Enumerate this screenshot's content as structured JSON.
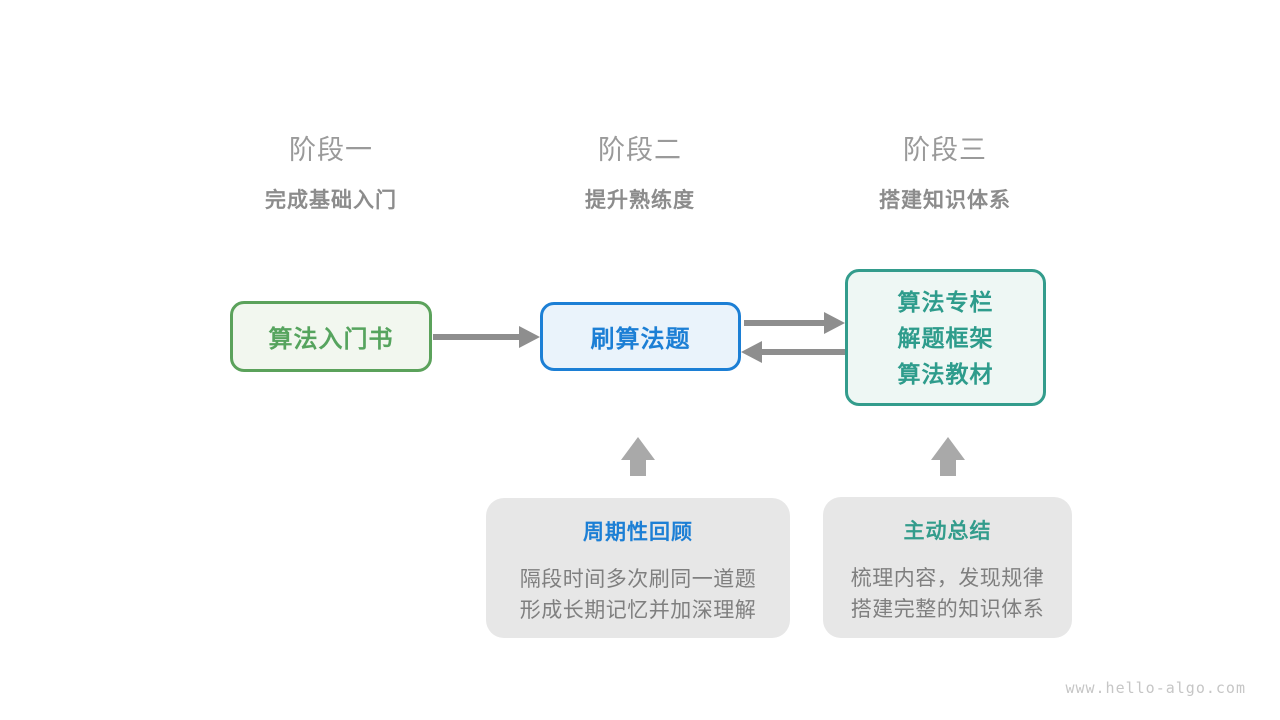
{
  "stages": [
    {
      "title": "阶段一",
      "subtitle": "完成基础入门"
    },
    {
      "title": "阶段二",
      "subtitle": "提升熟练度"
    },
    {
      "title": "阶段三",
      "subtitle": "搭建知识体系"
    }
  ],
  "nodes": {
    "intro_book": {
      "label": "算法入门书"
    },
    "practice": {
      "label": "刷算法题"
    },
    "resources": {
      "lines": [
        "算法专栏",
        "解题框架",
        "算法教材"
      ]
    }
  },
  "notes": [
    {
      "title": "周期性回顾",
      "lines": [
        "隔段时间多次刷同一道题",
        "形成长期记忆并加深理解"
      ]
    },
    {
      "title": "主动总结",
      "lines": [
        "梳理内容，发现规律",
        "搭建完整的知识体系"
      ]
    }
  ],
  "watermark": "www.hello-algo.com",
  "colors": {
    "green": "#5ba25b",
    "blue": "#1c7fd5",
    "teal": "#339c8c",
    "arrow_gray": "#8e8e8e",
    "note_bg": "#e7e7e7",
    "header_gray": "#9a9a9a"
  }
}
